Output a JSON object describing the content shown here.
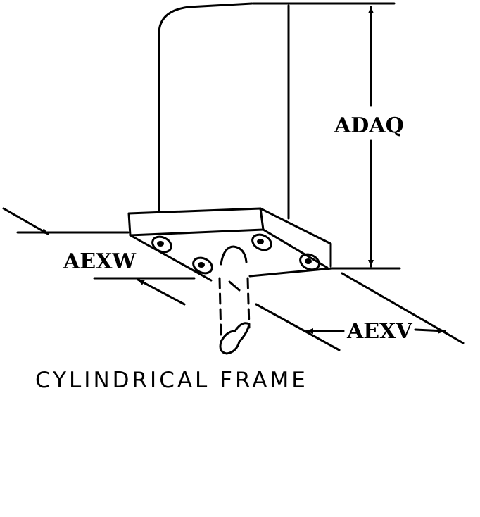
{
  "labels": {
    "height": "ADAQ",
    "width_left": "AEXW",
    "width_right": "AEXV",
    "caption": "CYLINDRICAL FRAME"
  },
  "colors": {
    "line": "#000000",
    "background": "#ffffff"
  }
}
